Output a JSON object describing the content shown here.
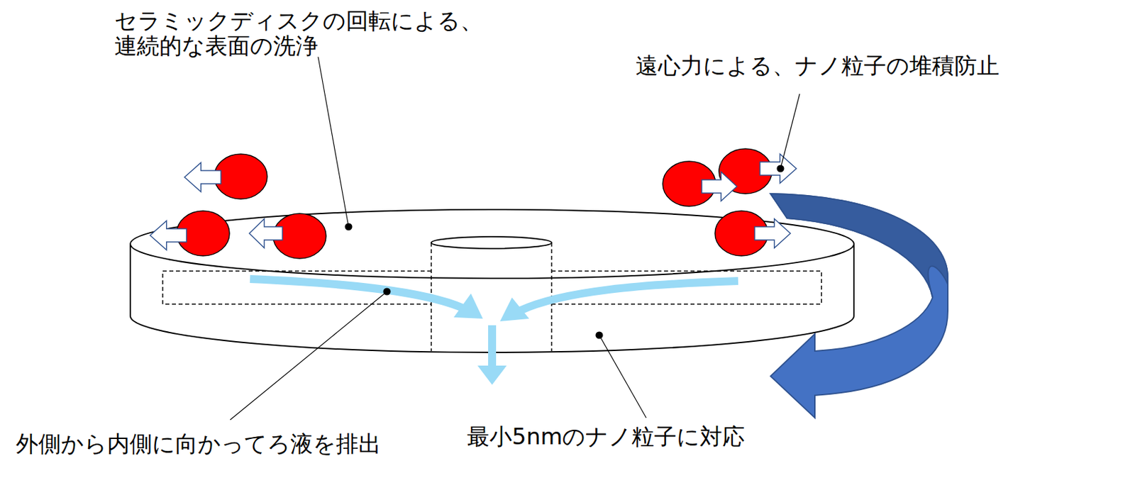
{
  "diagram": {
    "labels": [
      "セラミックディスクの回転による、 連続的な表面の洗浄",
      "遠心力による、ナノ粒子の堆積防止",
      "外側から内側に向かってろ液を排出",
      "最小5nmのナノ粒子に対応"
    ]
  }
}
